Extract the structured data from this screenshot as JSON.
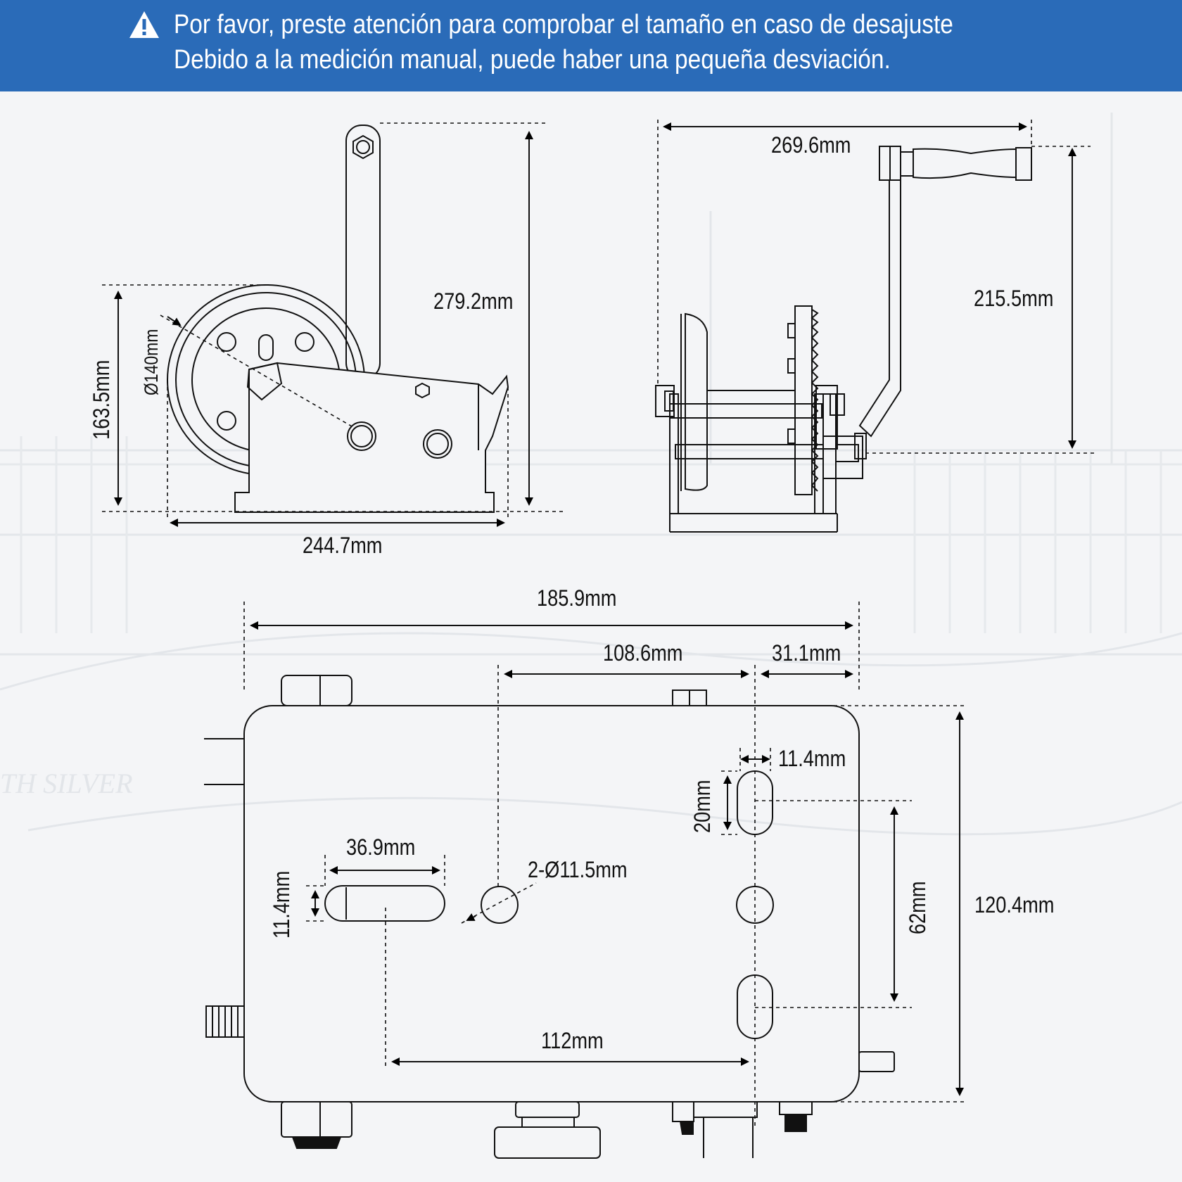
{
  "banner": {
    "line1": "Por favor, preste atención para comprobar el tamaño en caso de desajuste",
    "line2": "Debido a la medición manual, puede haber una pequeña desviación.",
    "icon": "warning-triangle-icon",
    "color": "#2a6bb8"
  },
  "front_view": {
    "height_total": "279.2mm",
    "height_base": "163.5mm",
    "drum_diameter": "Ø140mm",
    "width": "244.7mm"
  },
  "side_view": {
    "handle_width": "269.6mm",
    "handle_height": "215.5mm"
  },
  "bottom_view": {
    "overall_width": "185.9mm",
    "hole_offset": "108.6mm",
    "edge_offset": "31.1mm",
    "slot_width_v": "11.4mm",
    "slot_length_v": "20mm",
    "slot_length_h": "36.9mm",
    "slot_width_h": "11.4mm",
    "hole_diameter": "2-Ø11.5mm",
    "slot_spacing": "62mm",
    "overall_height": "120.4mm",
    "hole_spacing": "112mm"
  },
  "watermark_text": "TH SILVER"
}
